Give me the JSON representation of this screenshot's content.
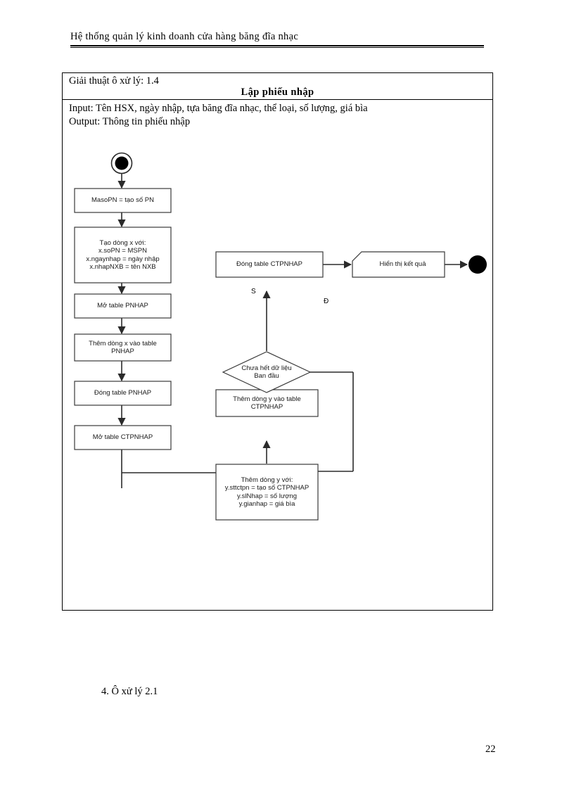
{
  "page": {
    "running_header": "Hệ thống quản lý kinh doanh cửa hàng băng đĩa nhạc",
    "page_number": "22",
    "section_note": "4. Ô xử lý 2.1"
  },
  "algorithm": {
    "label": "Giải thuật ô xử lý: 1.4",
    "title": "Lập phiếu nhập",
    "input_line": "Input: Tên HSX, ngày nhập, tựa băng đĩa nhạc, thể loại, số lượng, giá bìa",
    "output_line": "Output: Thông tin phiếu nhập"
  },
  "flowchart": {
    "type": "activity-diagram",
    "nodes": [
      {
        "id": "start",
        "kind": "initial-node",
        "label": ""
      },
      {
        "id": "n1",
        "kind": "action",
        "label": "MasoPN = tạo số PN"
      },
      {
        "id": "n2",
        "kind": "action",
        "label": "Tạo dòng x với:\nx.soPN = MSPN\nx.ngaynhap = ngày nhập\nx.nhapNXB = tên NXB"
      },
      {
        "id": "n3",
        "kind": "action",
        "label": "Mở table PNHAP"
      },
      {
        "id": "n4",
        "kind": "action",
        "label": "Thêm dòng x vào table\nPNHAP"
      },
      {
        "id": "n5",
        "kind": "action",
        "label": "Đóng table PNHAP"
      },
      {
        "id": "n6",
        "kind": "action",
        "label": "Mở table CTPNHAP"
      },
      {
        "id": "n7",
        "kind": "action",
        "label": "Thêm dòng y với:\ny.sttctpn = tạo số CTPNHAP\ny.slNhap = số lượng\ny.gianhap = giá bìa"
      },
      {
        "id": "n8",
        "kind": "action",
        "label": "Thêm dòng y vào table\nCTPNHAP"
      },
      {
        "id": "decision",
        "kind": "decision",
        "label": "Chưa hết dữ liệu\nBan đầu"
      },
      {
        "id": "n9",
        "kind": "action",
        "label": "Đóng table CTPNHAP"
      },
      {
        "id": "n10",
        "kind": "display",
        "label": "Hiển thị kết quả"
      },
      {
        "id": "end",
        "kind": "final-node",
        "label": ""
      }
    ],
    "edge_labels": {
      "decision_no": "S",
      "decision_yes": "Đ"
    }
  },
  "colors": {
    "ink": "#000000",
    "node_text": "#1a1a1a",
    "page_background": "#ffffff"
  }
}
